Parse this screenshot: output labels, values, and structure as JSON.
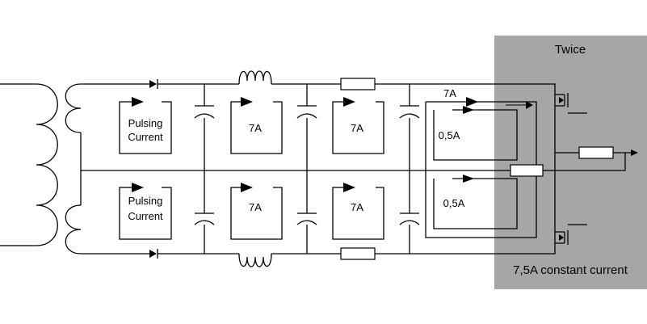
{
  "colors": {
    "twice_region": "#a6a6a6",
    "lines": "#000000",
    "background": "#ffffff"
  },
  "labels": {
    "twice": "Twice",
    "constant_current": "7,5A constant current",
    "pulsing_top_1": "Pulsing",
    "pulsing_top_2": "Current",
    "pulsing_bottom_1": "Pulsing",
    "pulsing_bottom_2": "Current",
    "stage2_top": "7A",
    "stage3_top": "7A",
    "stage2_bottom": "7A",
    "stage3_bottom": "7A",
    "output_loop_top": "7A",
    "inner_loop_top": "0,5A",
    "inner_loop_bottom": "0,5A"
  }
}
